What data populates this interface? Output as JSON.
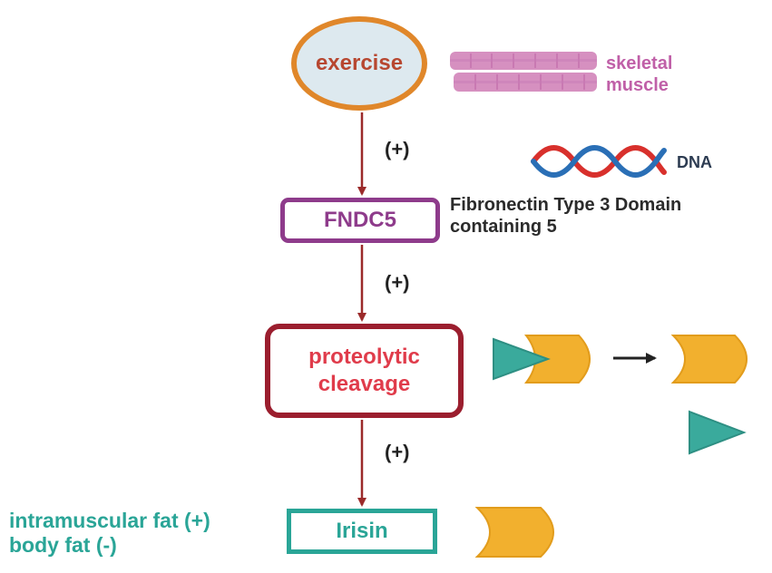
{
  "nodes": {
    "exercise": "exercise",
    "fndc5": "FNDC5",
    "cleavage_line1": "proteolytic",
    "cleavage_line2": "cleavage",
    "irisin": "Irisin"
  },
  "edges": {
    "plus_1": "(+)",
    "plus_2": "(+)",
    "plus_3": "(+)"
  },
  "annotations": {
    "muscle_line1": "skeletal",
    "muscle_line2": "muscle",
    "dna": "DNA",
    "fndc5_desc_line1": "Fibronectin Type 3 Domain",
    "fndc5_desc_line2": "containing 5",
    "fat_line1": "intramuscular fat (+)",
    "fat_line2": "body fat (-)"
  },
  "colors": {
    "exercise_border": "#e0872a",
    "exercise_fill": "#dde9ef",
    "exercise_text": "#b74730",
    "fndc5": "#8e3b8b",
    "cleavage_border": "#9b1e2e",
    "cleavage_text": "#e03c4b",
    "irisin": "#2aa597",
    "arrow": "#9b2a2a",
    "muscle": "#d690c0",
    "protein": "#f2b02e",
    "fragment": "#3aaa9c",
    "dna_red": "#d8302c",
    "dna_blue": "#2a6fb6"
  },
  "icons": [
    "skeletal-muscle-icon",
    "dna-helix-icon",
    "protein-icon",
    "cleaved-fragment-icon"
  ]
}
